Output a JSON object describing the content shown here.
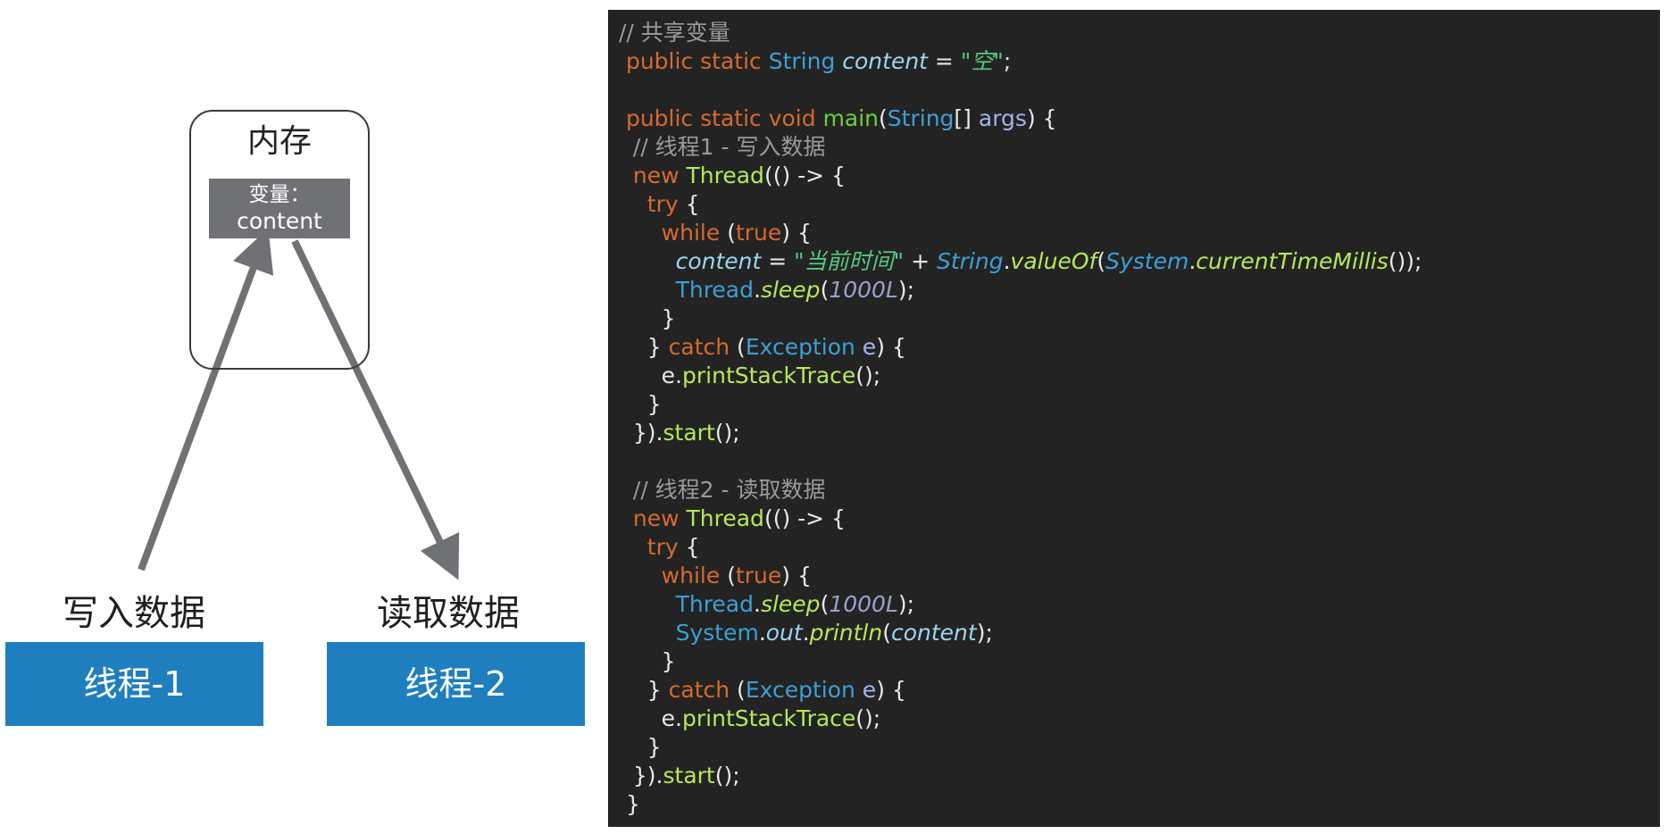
{
  "diagram": {
    "memory_title": "内存",
    "variable_label": "变量：",
    "variable_name": "content",
    "write_label": "写入数据",
    "read_label": "读取数据",
    "thread1_label": "线程-1",
    "thread2_label": "线程-2"
  },
  "colors": {
    "thread_box": "#1f7fbe",
    "variable_box": "#6f7175",
    "arrow": "#6f7175",
    "code_background": "#232323"
  },
  "code": {
    "lines": [
      [
        [
          "c-comment",
          "// 共享变量"
        ]
      ],
      [
        [
          "c-kw",
          " public static "
        ],
        [
          "c-type",
          "String "
        ],
        [
          "c-var",
          "content"
        ],
        [
          "c-punc",
          " = "
        ],
        [
          "c-str",
          "\"空\""
        ],
        [
          "c-punc",
          ";"
        ]
      ],
      [],
      [
        [
          "c-kw",
          " public static void "
        ],
        [
          "c-fn",
          "main"
        ],
        [
          "c-punc",
          "("
        ],
        [
          "c-type",
          "String"
        ],
        [
          "c-punc",
          "[] "
        ],
        [
          "c-param",
          "args"
        ],
        [
          "c-punc",
          ") {"
        ]
      ],
      [
        [
          "c-comment",
          "  // 线程1 - 写入数据"
        ]
      ],
      [
        [
          "c-kw",
          "  new "
        ],
        [
          "c-call",
          "Thread"
        ],
        [
          "c-punc",
          "(() -> {"
        ]
      ],
      [
        [
          "c-kw",
          "    try "
        ],
        [
          "c-punc",
          "{"
        ]
      ],
      [
        [
          "c-kw",
          "      while "
        ],
        [
          "c-punc",
          "("
        ],
        [
          "c-kw",
          "true"
        ],
        [
          "c-punc",
          ") {"
        ]
      ],
      [
        [
          "c-var",
          "        content"
        ],
        [
          "c-punc",
          " = "
        ],
        [
          "c-str",
          "\"当前时间\""
        ],
        [
          "c-punc",
          " + "
        ],
        [
          "c-italic-type",
          "String"
        ],
        [
          "c-punc",
          "."
        ],
        [
          "c-italic-fn",
          "valueOf"
        ],
        [
          "c-punc",
          "("
        ],
        [
          "c-italic-type",
          "System"
        ],
        [
          "c-punc",
          "."
        ],
        [
          "c-italic-fn",
          "currentTimeMillis"
        ],
        [
          "c-punc",
          "());"
        ]
      ],
      [
        [
          "c-type",
          "        Thread"
        ],
        [
          "c-punc",
          "."
        ],
        [
          "c-italic-fn",
          "sleep"
        ],
        [
          "c-punc",
          "("
        ],
        [
          "c-num",
          "1000L"
        ],
        [
          "c-punc",
          ");"
        ]
      ],
      [
        [
          "c-punc",
          "      }"
        ]
      ],
      [
        [
          "c-punc",
          "    } "
        ],
        [
          "c-kw",
          "catch "
        ],
        [
          "c-punc",
          "("
        ],
        [
          "c-type",
          "Exception "
        ],
        [
          "c-param",
          "e"
        ],
        [
          "c-punc",
          ") {"
        ]
      ],
      [
        [
          "c-punc",
          "      e."
        ],
        [
          "c-call",
          "printStackTrace"
        ],
        [
          "c-punc",
          "();"
        ]
      ],
      [
        [
          "c-punc",
          "    }"
        ]
      ],
      [
        [
          "c-punc",
          "  })."
        ],
        [
          "c-call",
          "start"
        ],
        [
          "c-punc",
          "();"
        ]
      ],
      [],
      [
        [
          "c-comment",
          "  // 线程2 - 读取数据"
        ]
      ],
      [
        [
          "c-kw",
          "  new "
        ],
        [
          "c-call",
          "Thread"
        ],
        [
          "c-punc",
          "(() -> {"
        ]
      ],
      [
        [
          "c-kw",
          "    try "
        ],
        [
          "c-punc",
          "{"
        ]
      ],
      [
        [
          "c-kw",
          "      while "
        ],
        [
          "c-punc",
          "("
        ],
        [
          "c-kw",
          "true"
        ],
        [
          "c-punc",
          ") {"
        ]
      ],
      [
        [
          "c-type",
          "        Thread"
        ],
        [
          "c-punc",
          "."
        ],
        [
          "c-italic-fn",
          "sleep"
        ],
        [
          "c-punc",
          "("
        ],
        [
          "c-num",
          "1000L"
        ],
        [
          "c-punc",
          ");"
        ]
      ],
      [
        [
          "c-type",
          "        System"
        ],
        [
          "c-punc",
          "."
        ],
        [
          "c-var",
          "out"
        ],
        [
          "c-punc",
          "."
        ],
        [
          "c-italic-fn",
          "println"
        ],
        [
          "c-punc",
          "("
        ],
        [
          "c-var",
          "content"
        ],
        [
          "c-punc",
          ");"
        ]
      ],
      [
        [
          "c-punc",
          "      }"
        ]
      ],
      [
        [
          "c-punc",
          "    } "
        ],
        [
          "c-kw",
          "catch "
        ],
        [
          "c-punc",
          "("
        ],
        [
          "c-type",
          "Exception "
        ],
        [
          "c-param",
          "e"
        ],
        [
          "c-punc",
          ") {"
        ]
      ],
      [
        [
          "c-punc",
          "      e."
        ],
        [
          "c-call",
          "printStackTrace"
        ],
        [
          "c-punc",
          "();"
        ]
      ],
      [
        [
          "c-punc",
          "    }"
        ]
      ],
      [
        [
          "c-punc",
          "  })."
        ],
        [
          "c-call",
          "start"
        ],
        [
          "c-punc",
          "();"
        ]
      ],
      [
        [
          "c-punc",
          " }"
        ]
      ]
    ]
  }
}
